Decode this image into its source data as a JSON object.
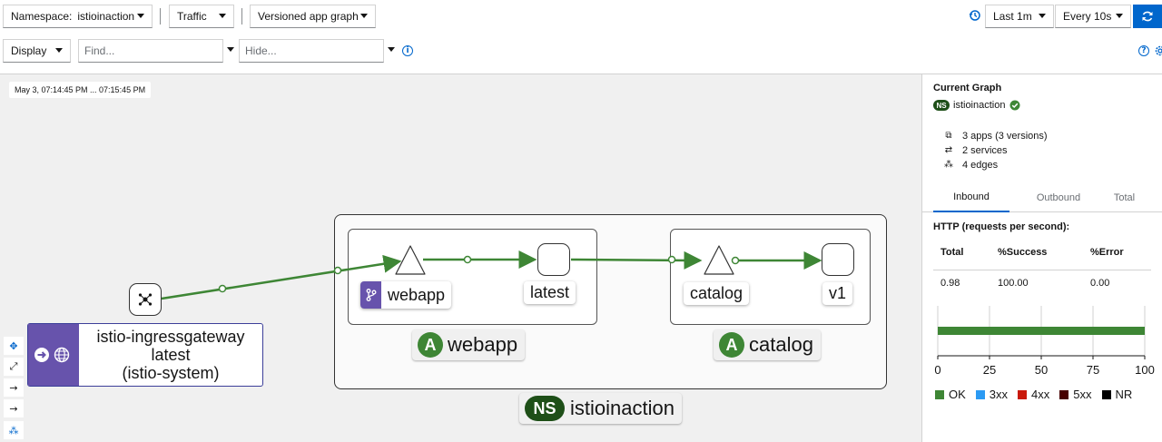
{
  "toolbar": {
    "namespace_label": "Namespace:",
    "namespace_value": "istioinaction",
    "traffic_label": "Traffic",
    "graph_type": "Versioned app graph",
    "time_range": "Last 1m",
    "refresh_interval": "Every 10s",
    "display_label": "Display",
    "find_placeholder": "Find...",
    "hide_placeholder": "Hide..."
  },
  "graph": {
    "timestamp": "May 3, 07:14:45 PM ... 07:15:45 PM",
    "namespace_box": {
      "badge": "NS",
      "name": "istioinaction"
    },
    "webapp_box": {
      "badge": "A",
      "name": "webapp"
    },
    "catalog_box": {
      "badge": "A",
      "name": "catalog"
    },
    "nodes": {
      "webapp_service": "webapp",
      "webapp_version": "latest",
      "catalog_service": "catalog",
      "catalog_version": "v1",
      "gateway": [
        "istio-ingressgateway",
        "latest",
        "(istio-system)"
      ]
    }
  },
  "panel": {
    "title": "Current Graph",
    "ns_badge": "NS",
    "ns_name": "istioinaction",
    "stats": [
      "3 apps (3 versions)",
      "2 services",
      "4 edges"
    ],
    "tabs": [
      "Inbound",
      "Outbound",
      "Total"
    ],
    "http_title": "HTTP (requests per second):",
    "table": {
      "headers": [
        "Total",
        "%Success",
        "%Error"
      ],
      "row": [
        "0.98",
        "100.00",
        "0.00"
      ]
    },
    "chart_ticks": [
      "0",
      "25",
      "50",
      "75",
      "100"
    ],
    "legend": [
      {
        "label": "OK",
        "color": "#3e8635"
      },
      {
        "label": "3xx",
        "color": "#2b9af3"
      },
      {
        "label": "4xx",
        "color": "#c9190b"
      },
      {
        "label": "5xx",
        "color": "#470000"
      },
      {
        "label": "NR",
        "color": "#000000"
      }
    ]
  },
  "chart_data": {
    "type": "bar",
    "categories": [
      ""
    ],
    "series": [
      {
        "name": "OK",
        "values": [
          100
        ]
      },
      {
        "name": "3xx",
        "values": [
          0
        ]
      },
      {
        "name": "4xx",
        "values": [
          0
        ]
      },
      {
        "name": "5xx",
        "values": [
          0
        ]
      },
      {
        "name": "NR",
        "values": [
          0
        ]
      }
    ],
    "xlim": [
      0,
      100
    ],
    "x_ticks": [
      0,
      25,
      50,
      75,
      100
    ],
    "legend_position": "bottom"
  },
  "colors": {
    "accent": "#0066cc",
    "edge": "#3e8635",
    "app_badge": "#3e8635",
    "ns_badge": "#1e4f18",
    "gateway": "#6753ac"
  }
}
